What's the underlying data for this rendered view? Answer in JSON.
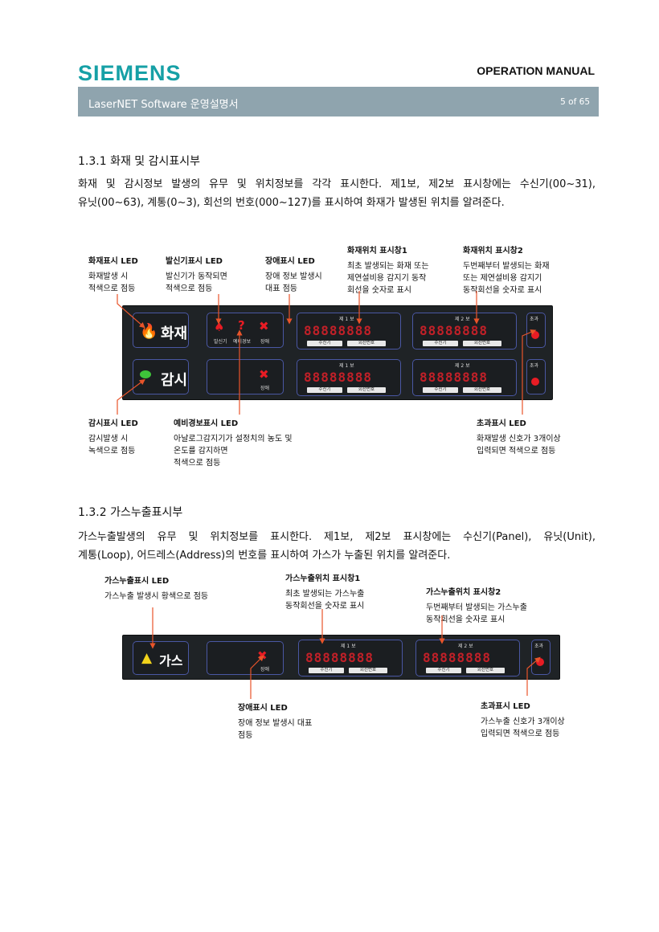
{
  "header": {
    "brand": "SIEMENS",
    "manual": "OPERATION MANUAL",
    "title": "LaserNET Software  운영설명서",
    "page": "5 of 65"
  },
  "s1": {
    "heading": "1.3.1 화재 및 감시표시부",
    "line1": "화재 및 감시정보 발생의 유무 및 위치정보를 각각 표시한다. 제1보, 제2보 표시창에는 수신기(00~31),",
    "line2": "유닛(00~63), 계통(0~3), 회선의 번호(000~127)를 표시하여 화재가 발생된 위치를 알려준다.",
    "labels": {
      "fire_led": {
        "t": "화재표시 LED",
        "d1": "화재발생 시",
        "d2": "적색으로 점등"
      },
      "tx_led": {
        "t": "발신기표시 LED",
        "d1": "발신기가 동작되면",
        "d2": "적색으로 점등"
      },
      "fault_led": {
        "t": "장애표시 LED",
        "d1": "장애 정보 발생시",
        "d2": "대표 점등"
      },
      "win1": {
        "t": "화재위치 표시창1",
        "d1": "최초 발생되는 화재 또는",
        "d2": "제연설비용 감지기 동작",
        "d3": "회선을 숫자로 표시"
      },
      "win2": {
        "t": "화재위치 표시창2",
        "d1": "두번째부터 발생되는 화재",
        "d2": "또는 제연설비용 감지기",
        "d3": "동작회선을 숫자로 표시"
      },
      "watch_led": {
        "t": "감시표시 LED",
        "d1": "감시발생 시",
        "d2": "녹색으로 점등"
      },
      "pre_led": {
        "t": "예비경보표시 LED",
        "d1": "아날로그감지기가 설정치의 농도 및",
        "d2": "온도를 감지하면",
        "d3": "적색으로 점등"
      },
      "over_led": {
        "t": "초과표시 LED",
        "d1": "화재발생 신호가 3개이상",
        "d2": "입력되면 적색으로 점등"
      }
    },
    "panel": {
      "fire": "화재",
      "watch": "감시",
      "tx": "발신기",
      "pre": "예비경보",
      "fault": "장애",
      "first": "제 1 보",
      "second": "제 2 보",
      "receiver": "수신기",
      "circuit": "회선번호",
      "over": "초과",
      "digits": "88888888"
    }
  },
  "s2": {
    "heading": "1.3.2 가스누출표시부",
    "line1": "가스누출발생의 유무 및 위치정보를 표시한다. 제1보, 제2보 표시창에는 수신기(Panel), 유닛(Unit),",
    "line2": "계통(Loop), 어드레스(Address)의 번호를 표시하여 가스가 누출된 위치를 알려준다.",
    "labels": {
      "gas_led": {
        "t": "가스누출표시 LED",
        "d1": "가스누출 발생시 황색으로 점등"
      },
      "win1": {
        "t": "가스누출위치 표시창1",
        "d1": "최초 발생되는 가스누출",
        "d2": "동작회선을 숫자로 표시"
      },
      "win2": {
        "t": "가스누출위치 표시창2",
        "d1": "두번째부터 발생되는 가스누출",
        "d2": "동작회선을 숫자로 표시"
      },
      "fault_led": {
        "t": "장애표시 LED",
        "d1": "장애 정보 발생시 대표",
        "d2": "점등"
      },
      "over_led": {
        "t": "초과표시 LED",
        "d1": "가스누출 신호가 3개이상",
        "d2": "입력되면 적색으로 점등"
      }
    },
    "panel": {
      "gas": "가스",
      "fault": "장애",
      "first": "제 1 보",
      "second": "제 2 보",
      "receiver": "수신기",
      "circuit": "회선번호",
      "over": "초과",
      "digits": "88888888"
    }
  },
  "colors": {
    "brand": "#16a0a6",
    "bar": "#8fa4ae",
    "arrow": "#e8542a",
    "led_red": "#e81c24",
    "segment": "#c22028"
  }
}
